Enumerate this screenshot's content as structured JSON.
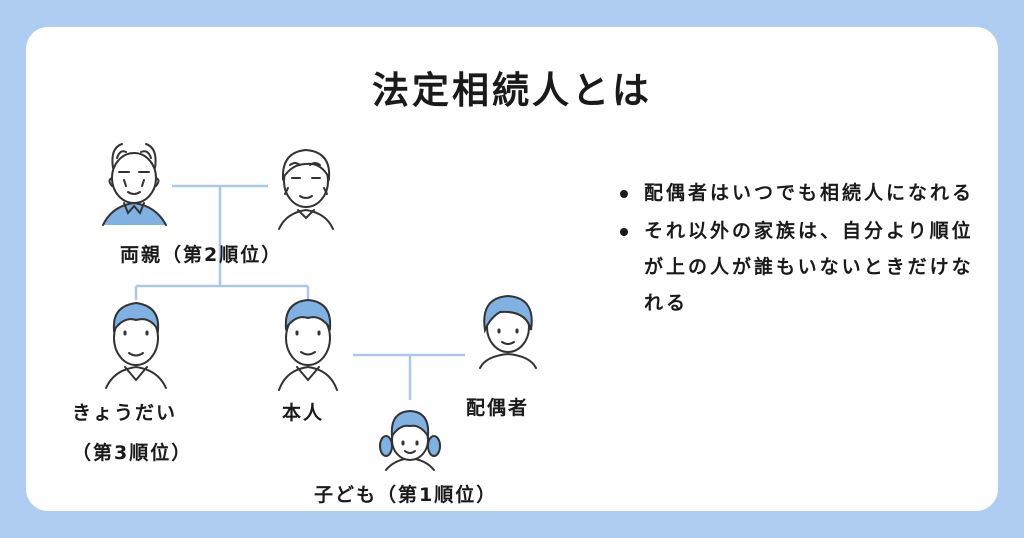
{
  "title": "法定相続人とは",
  "labels": {
    "parents": "両親（第2順位）",
    "siblings": "きょうだい",
    "siblings_rank": "（第3順位）",
    "self": "本人",
    "spouse": "配偶者",
    "child": "子ども（第1順位）"
  },
  "bullets": [
    "配偶者はいつでも相続人になれる",
    "それ以外の家族は、自分より順位が上の人が誰もいないときだけなれる"
  ],
  "colors": {
    "background": "#aecdf0",
    "accent": "#7fb1e3",
    "line": "#a9c9ec",
    "ink": "#1a1a1a"
  },
  "icons": [
    "grandfather-icon",
    "grandmother-icon",
    "sibling-man-icon",
    "self-man-icon",
    "spouse-woman-icon",
    "child-girl-icon"
  ]
}
